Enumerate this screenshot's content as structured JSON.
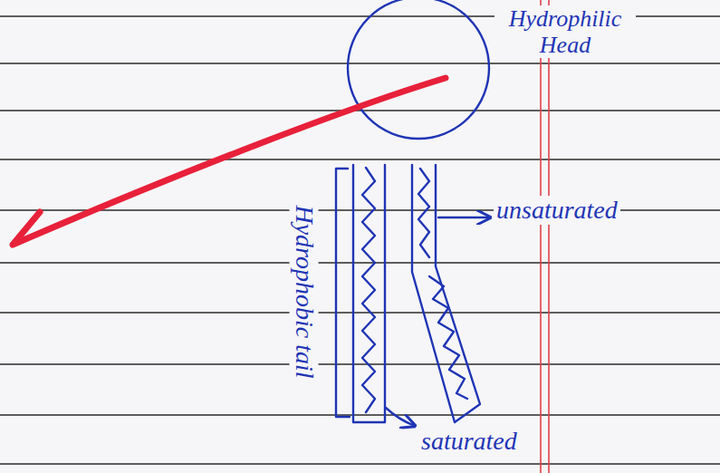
{
  "diagram": {
    "nodes": [
      {
        "text": [
          "Hydrophilic Head"
        ]
      }
    ],
    "labels": [
      "Hydrophobic tail",
      "unsaturated",
      "saturated"
    ]
  }
}
